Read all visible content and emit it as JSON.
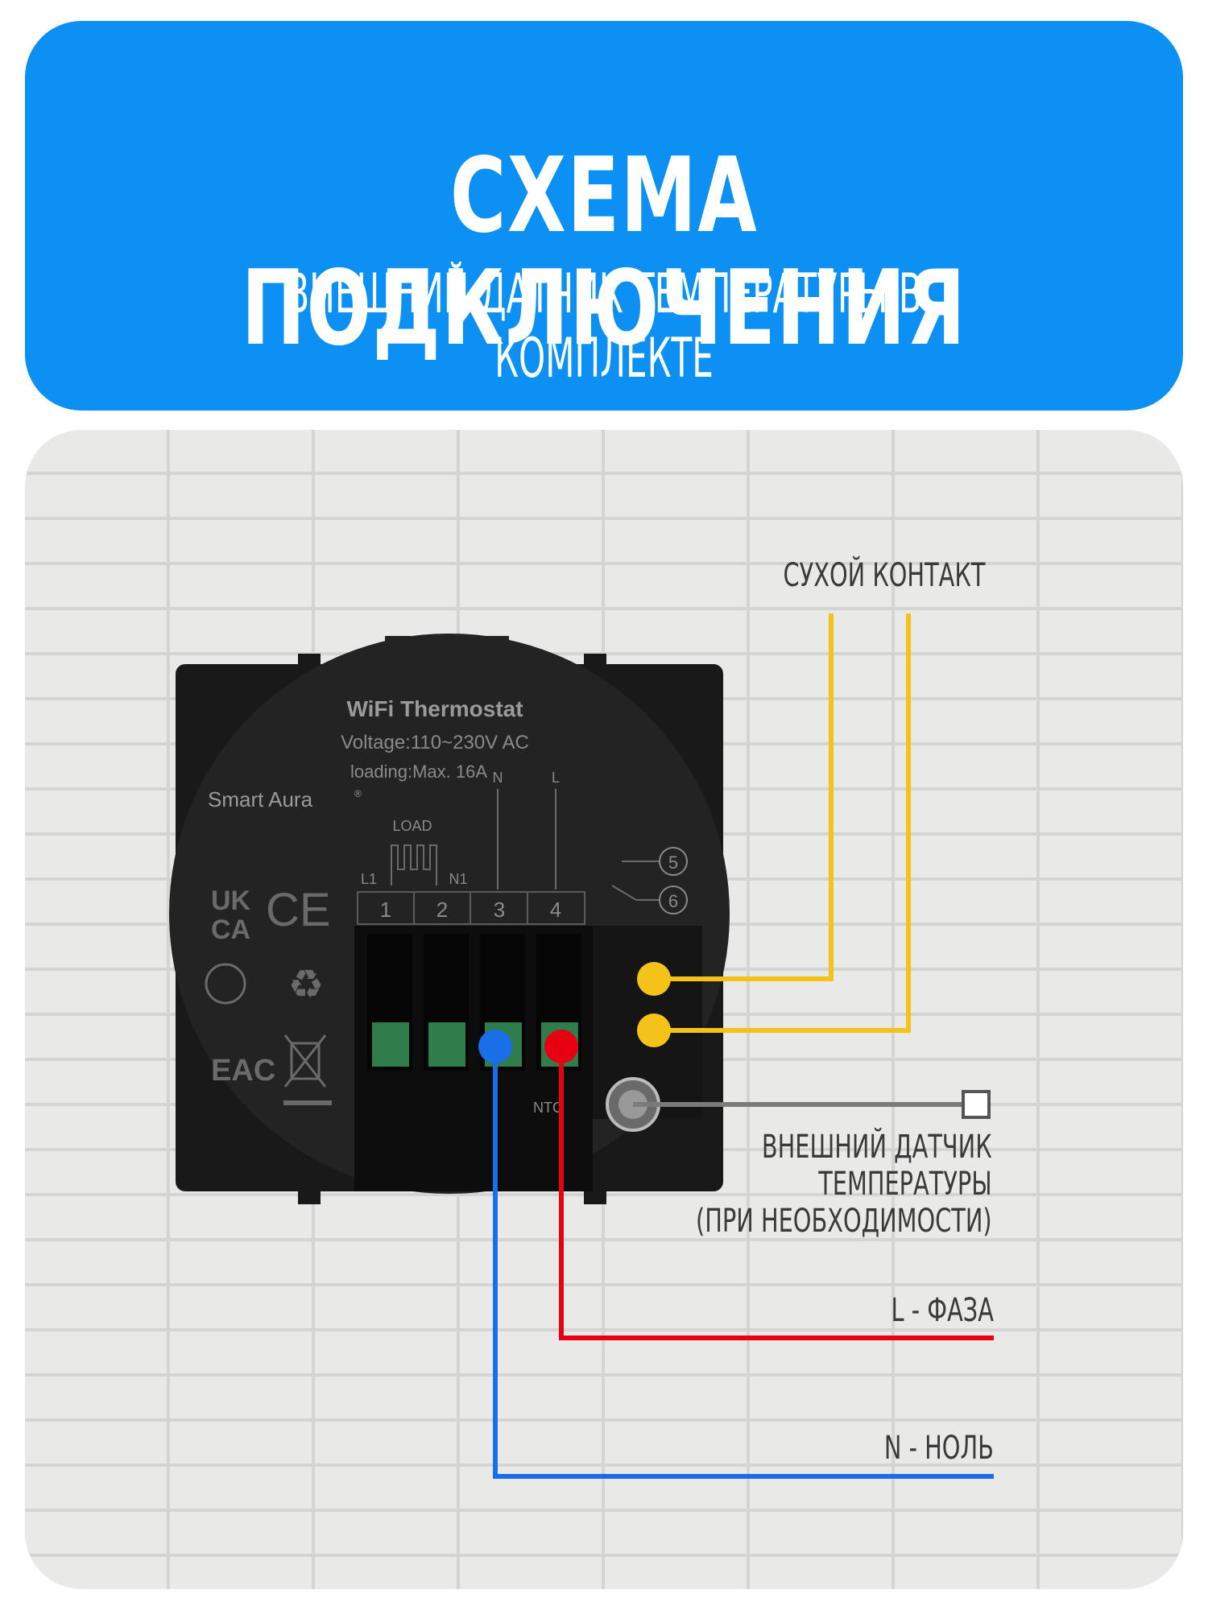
{
  "header": {
    "title": "СХЕМА ПОДКЛЮЧЕНИЯ",
    "subtitle": "ВНЕШНИЙ ДАТЧИК ТЕМПЕРАТУРЫ В КОМПЛЕКТЕ"
  },
  "device": {
    "model": "WiFi Thermostat",
    "voltage": "Voltage:110~230V AC",
    "loading": "loading:Max. 16A",
    "brand": "Smart Aura",
    "registered_mark": "®",
    "load_label": "LOAD",
    "l1_label": "L1",
    "n1_label": "N1",
    "n_label": "N",
    "l_label": "L",
    "terminals": [
      "1",
      "2",
      "3",
      "4"
    ],
    "dry_terminals": [
      "5",
      "6"
    ],
    "ntc_label": "NTC",
    "cert_ukca_top": "UK",
    "cert_ukca_bottom": "CA",
    "cert_ce": "CE",
    "cert_eac": "EAC"
  },
  "labels": {
    "dry_contact": "СУХОЙ КОНТАКТ",
    "sensor_line1": "ВНЕШНИЙ ДАТЧИК",
    "sensor_line2": "ТЕМПЕРАТУРЫ",
    "sensor_line3": "(ПРИ НЕОБХОДИМОСТИ)",
    "phase": "L - ФАЗА",
    "neutral": "N - НОЛЬ"
  },
  "colors": {
    "header_bg": "#0c90f3",
    "wire_dry": "#f5c21a",
    "wire_sensor": "#7b7b7b",
    "wire_phase": "#e60012",
    "wire_neutral": "#1a6fe8",
    "device_body": "#1e1e1e"
  }
}
